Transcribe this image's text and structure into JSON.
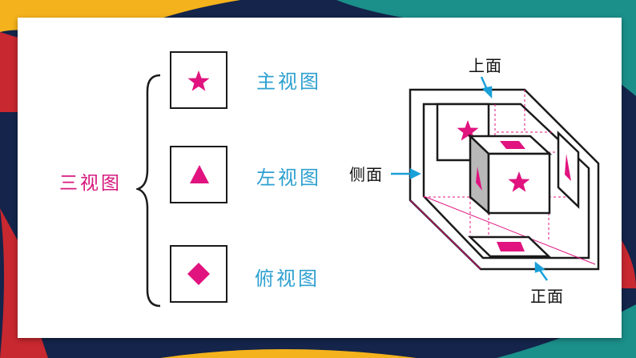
{
  "colors": {
    "accent_pink": "#e0137f",
    "label_blue": "#2ea0d0",
    "arrow_blue": "#1aa0d8",
    "bg_navy": "#14244a",
    "bg_teal": "#1b8f8a",
    "bg_yellow": "#f4b21c",
    "bg_red": "#c8282f"
  },
  "group_label": "三视图",
  "views": [
    {
      "label": "主视图",
      "shape": "star-icon"
    },
    {
      "label": "左视图",
      "shape": "triangle-icon"
    },
    {
      "label": "俯视图",
      "shape": "diamond-icon"
    }
  ],
  "diagram": {
    "top_label": "上面",
    "side_label": "侧面",
    "front_label": "正面"
  }
}
